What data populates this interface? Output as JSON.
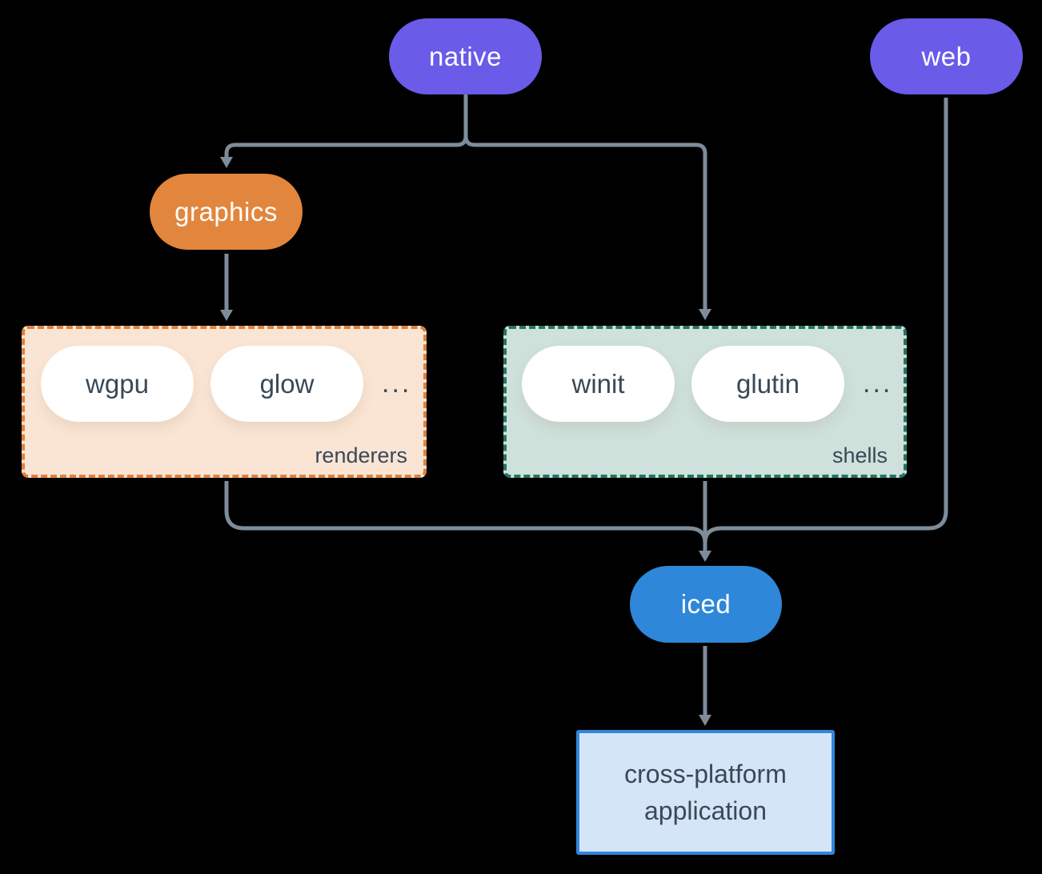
{
  "diagram": {
    "background_color": "#000000",
    "connector_color": "#7E8C9A",
    "nodes": {
      "native": {
        "label": "native",
        "fill": "#6A5BE8",
        "text_color": "#FFFFFF"
      },
      "web": {
        "label": "web",
        "fill": "#6A5BE8",
        "text_color": "#FFFFFF"
      },
      "graphics": {
        "label": "graphics",
        "fill": "#E2863E",
        "text_color": "#FFFFFF"
      },
      "iced": {
        "label": "iced",
        "fill": "#2E87D8",
        "text_color": "#FFFFFF"
      },
      "application": {
        "label_line1": "cross-platform",
        "label_line2": "application",
        "fill": "#D4E5F7",
        "border_color": "#3186DC",
        "text_color": "#3A4857"
      }
    },
    "groups": {
      "renderers": {
        "label": "renderers",
        "fill": "#FAE5D4",
        "border_color": "#E0813C",
        "items": [
          "wgpu",
          "glow"
        ],
        "ellipsis": "..."
      },
      "shells": {
        "label": "shells",
        "fill": "#CFE1DB",
        "border_color": "#267363",
        "items": [
          "winit",
          "glutin"
        ],
        "ellipsis": "..."
      }
    },
    "edges": [
      "native -> graphics",
      "native -> shells",
      "graphics -> renderers",
      "renderers -> iced",
      "shells -> iced",
      "web -> iced",
      "iced -> application"
    ]
  }
}
